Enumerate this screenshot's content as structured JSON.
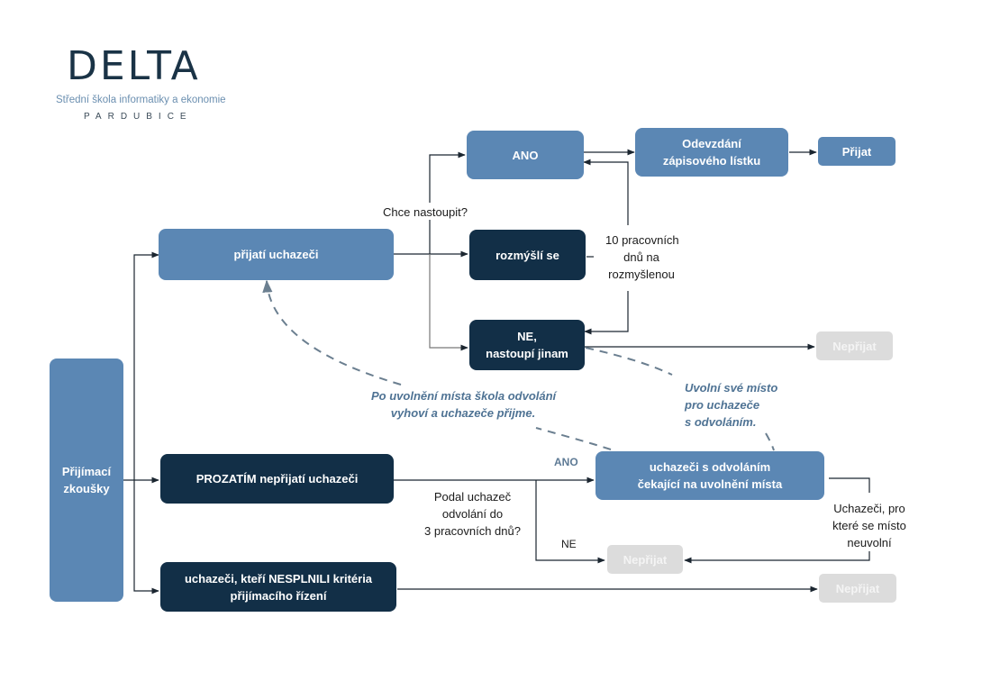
{
  "logo": {
    "title": "DELTA",
    "subtitle": "Střední škola informatiky a ekonomie",
    "city": "PARDUBICE"
  },
  "colors": {
    "light_node": "#5b87b4",
    "dark_node": "#122f47",
    "gray_node": "#dcdcdc",
    "note_text": "#4f7394",
    "edge": "#1b2630"
  },
  "nodes": {
    "exams": "Přijímací zkoušky",
    "accepted": "přijatí uchazeči",
    "yes": "ANO",
    "enrollment": "Odevzdání zápisového lístku",
    "admitted": "Přijat",
    "thinking": "rozmýšlí se",
    "no_elsewhere_1": "NE,",
    "no_elsewhere_2": "nastoupí jinam",
    "rejected_1": "Nepřijat",
    "temp_rejected": "PROZATÍM nepřijatí uchazeči",
    "appeal_waiting_1": "uchazeči s odvoláním",
    "appeal_waiting_2": "čekající na uvolnění místa",
    "rejected_2": "Nepřijat",
    "failed_1": "uchazeči, kteří NESPLNILI kritéria",
    "failed_2": "přijímacího řízení",
    "rejected_3": "Nepřijat"
  },
  "labels": {
    "wants_to_start": "Chce nastoupit?",
    "deadline_1": "10 pracovních",
    "deadline_2": "dnů na",
    "deadline_3": "rozmyšlenou",
    "appeal_q_1": "Podal uchazeč",
    "appeal_q_2": "odvolání do",
    "appeal_q_3": "3 pracovních dnů?",
    "ano": "ANO",
    "ne": "NE",
    "no_place_1": "Uchazeči, pro",
    "no_place_2": "které se místo",
    "no_place_3": "neuvolní"
  },
  "notes": {
    "school_accepts_1": "Po uvolnění místa škola odvolání",
    "school_accepts_2": "vyhoví a uchazeče přijme.",
    "frees_place_1": "Uvolní své místo",
    "frees_place_2": "pro uchazeče",
    "frees_place_3": "s odvoláním."
  }
}
